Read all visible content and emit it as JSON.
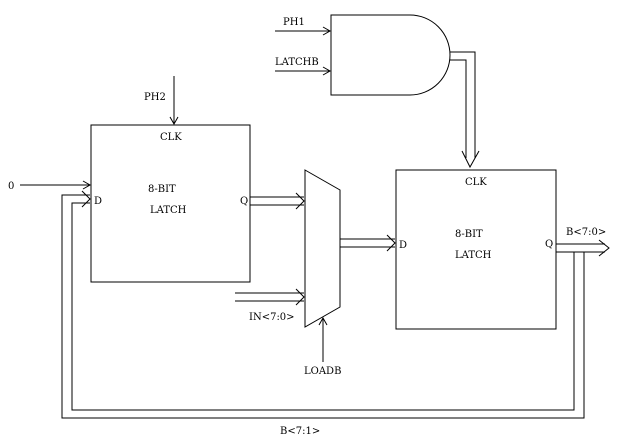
{
  "signals": {
    "ph1": "PH1",
    "latchb": "LATCHB",
    "ph2": "PH2",
    "zero": "0",
    "in_bus": "IN<7:0>",
    "loadb": "LOADB",
    "b_out": "B<7:0>",
    "b_feedback": "B<7:1>"
  },
  "latch1": {
    "clk_label": "CLK",
    "d_label": "D",
    "q_label": "Q",
    "title_line1": "8-BIT",
    "title_line2": "LATCH"
  },
  "latch2": {
    "clk_label": "CLK",
    "d_label": "D",
    "q_label": "Q",
    "title_line1": "8-BIT",
    "title_line2": "LATCH"
  },
  "colors": {
    "stroke": "#000000",
    "background": "#ffffff"
  }
}
